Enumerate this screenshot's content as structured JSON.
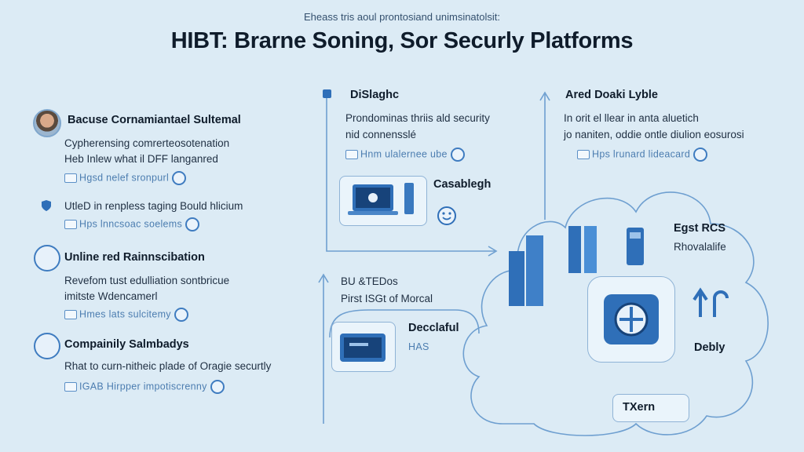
{
  "header": {
    "subtitle": "Eheass tris aoul prontosiand unimsinatolsit:",
    "title": "HIBT: Brarne Soning, Sor Securly Platforms"
  },
  "left_column": {
    "items": [
      {
        "heading": "Bacuse Cornamiantael Sultemal",
        "lines": [
          "Cypherensing comrerteosotenation",
          "Heb Inlew what il DFF langanred"
        ],
        "code": "Hgsd nelef sronpurl",
        "icon": "avatar-icon"
      },
      {
        "heading": "UtleD in renpless taging Bould hlicium",
        "lines": [],
        "code": "Hps lnncsoac soelems",
        "icon": "shield-icon"
      },
      {
        "heading": "Unline red Rainnscibation",
        "lines": [
          "Revefom tust edulliation sontbricue",
          "imitste Wdencamerl"
        ],
        "code": "Hmes lats sulcitemy",
        "icon": "gear-icon"
      },
      {
        "heading": "Compainily Salmbadys",
        "lines": [
          "Rhat to curn-nitheic plade of Oragie securtly"
        ],
        "code": "IGAB Hirpper impotiscrenny",
        "icon": "lock-icon"
      }
    ]
  },
  "center_column": {
    "top_block": {
      "heading": "DiSlaghc",
      "lines": [
        "Prondominas thriis ald security",
        "nid connensslé"
      ],
      "code": "Hnm ulalernee ube"
    },
    "laptop_card_label": "Casablegh",
    "mid_block": {
      "heading": "BU &TEDos",
      "line": "Pirst ISGt of Morcal"
    },
    "bottom_block": {
      "heading": "Decclaful",
      "code": "HAS"
    }
  },
  "right_column": {
    "top_block": {
      "heading": "Ared Doaki Lyble",
      "lines": [
        "In orit el llear in anta aluetich",
        "jo naniten, oddie ontle diulion eosurosi"
      ],
      "code": "Hps lrunard lideacard"
    },
    "egst": {
      "heading": "Egst RCS",
      "line": "Rhovalalife"
    },
    "debly": {
      "heading": "Debly"
    },
    "txern": {
      "label": "TXern"
    }
  },
  "colors": {
    "background": "#dcebf5",
    "accent": "#2f6fb8",
    "line": "#5b8fc6"
  }
}
